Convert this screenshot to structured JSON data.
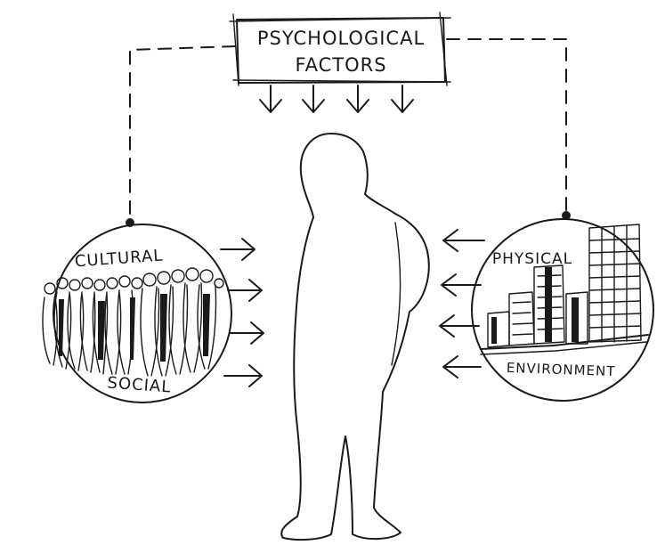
{
  "psychological": {
    "line1": "PSYCHOLOGICAL",
    "line2": "FACTORS"
  },
  "cultural": {
    "top_label": "CULTURAL",
    "bottom_label": "SOCIAL"
  },
  "physical": {
    "top_label": "PHYSICAL",
    "bottom_label": "ENVIRONMENT"
  },
  "colors": {
    "ink": "#1a1a1a",
    "paper": "#ffffff"
  }
}
